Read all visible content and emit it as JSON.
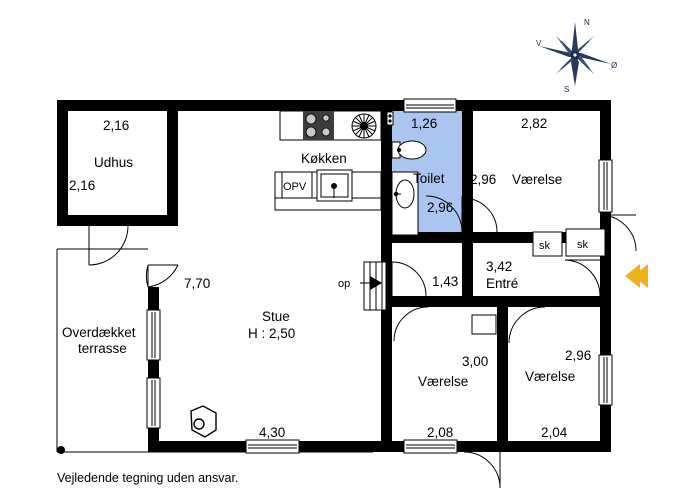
{
  "document": {
    "type": "floor-plan",
    "footnote": "Vejledende tegning uden ansvar.",
    "ceiling_height_note": "H : 2,50"
  },
  "colors": {
    "wall": "#000000",
    "toilet_fill": "#aac6f0",
    "entrance_arrow": "#efb11d",
    "compass": "#1b2a4a",
    "background": "#ffffff"
  },
  "compass": {
    "name": "compass-rose",
    "north": "N",
    "south": "S",
    "west": "V",
    "east": "Ø"
  },
  "entrance_marker": {
    "name": "entrance-arrow",
    "direction": "left"
  },
  "rooms": [
    {
      "id": "udhus",
      "label": "Udhus",
      "dim_top": "2,16",
      "dim_left": "2,16"
    },
    {
      "id": "overdaekket-terrasse",
      "label_line1": "Overdækket",
      "label_line2": "terrasse",
      "dim": ""
    },
    {
      "id": "stue",
      "label": "Stue",
      "height_label": "H : 2,50",
      "dim_top": "7,70",
      "dim_bottom": "4,30"
    },
    {
      "id": "kokken",
      "label": "Køkken",
      "appliance_dishwasher": "OPV"
    },
    {
      "id": "toilet",
      "label": "Toilet",
      "dim_top": "1,26",
      "dim_inner": "2,96"
    },
    {
      "id": "vaerelse-top-right",
      "label": "Værelse",
      "dim_top": "2,82",
      "dim_left": "2,96"
    },
    {
      "id": "entre",
      "label": "Entré",
      "dim_width": "3,42",
      "dim_height": "1,43"
    },
    {
      "id": "vaerelse-bottom-center",
      "label": "Værelse",
      "dim_top": "3,00",
      "dim_bottom": "2,08"
    },
    {
      "id": "vaerelse-bottom-right",
      "label": "Værelse",
      "dim_top": "2,96",
      "dim_bottom": "2,04"
    }
  ],
  "closets": [
    {
      "id": "closet-left",
      "label": "sk"
    },
    {
      "id": "closet-right",
      "label": "sk"
    }
  ],
  "stairs": {
    "name": "stair-up",
    "label": "op"
  }
}
